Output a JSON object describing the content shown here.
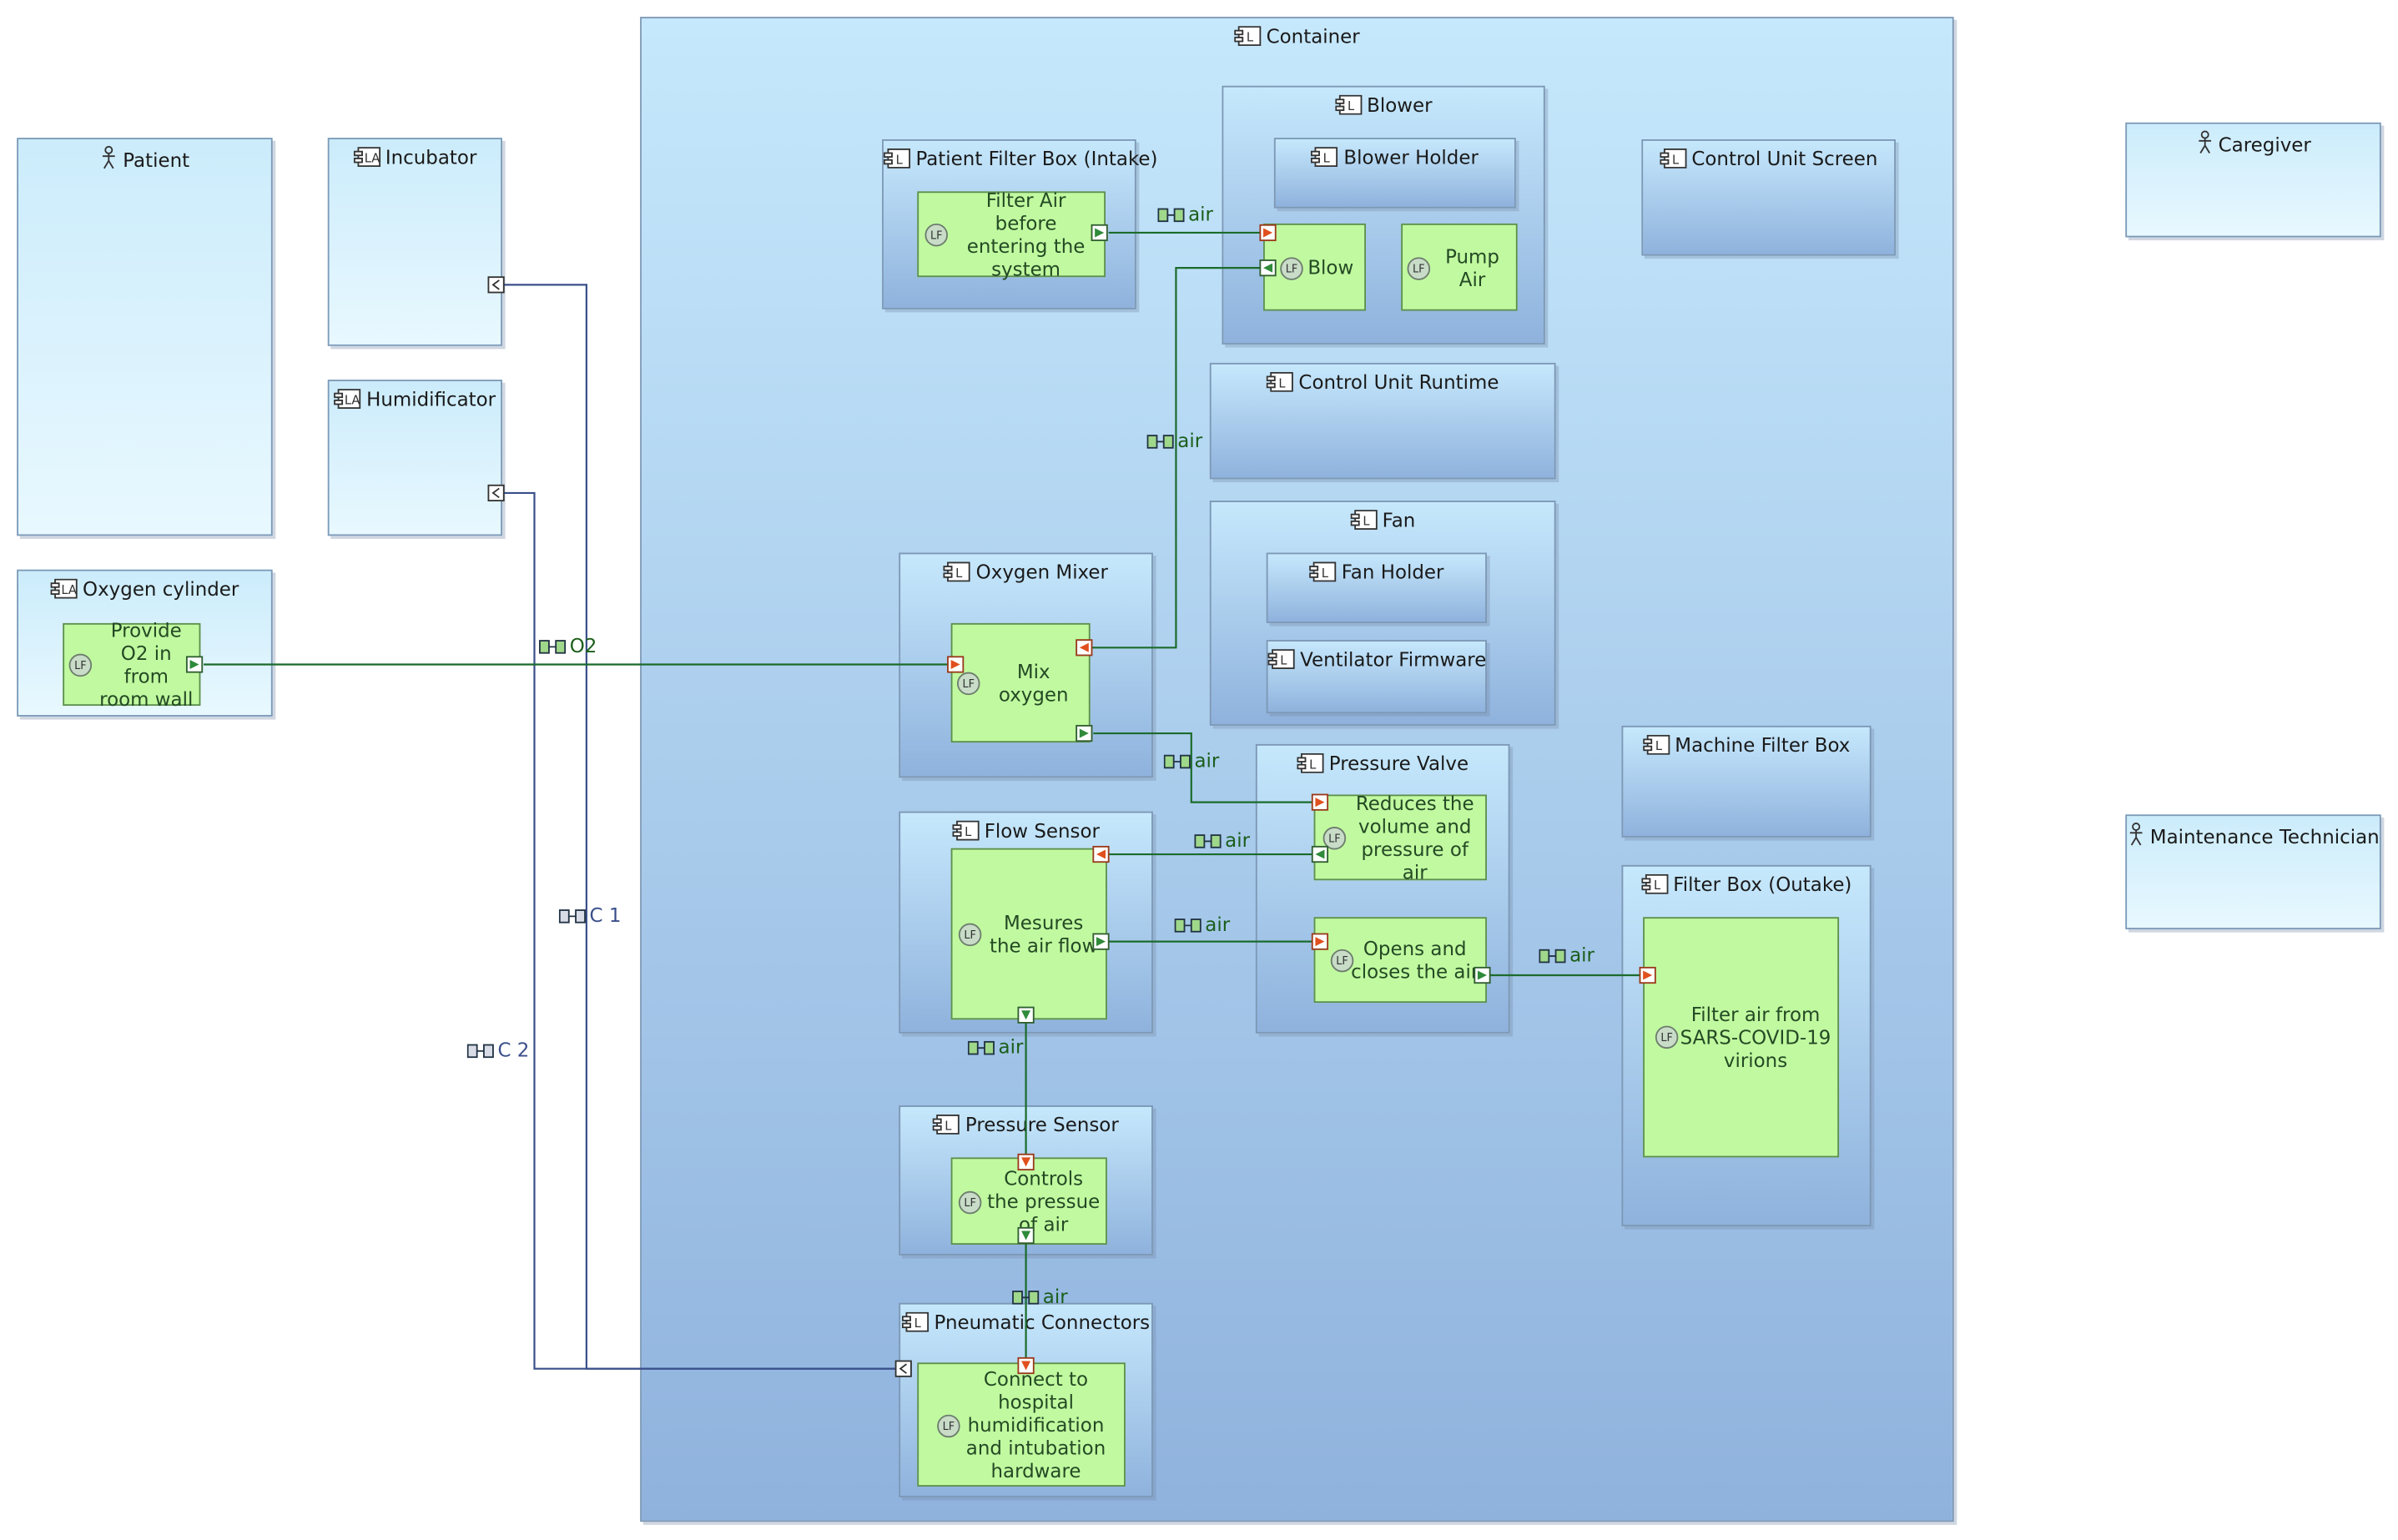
{
  "actors": {
    "patient": "Patient",
    "caregiver": "Caregiver",
    "maintenance": "Maintenance Technician"
  },
  "external": {
    "incubator": "Incubator",
    "humidificator": "Humidificator",
    "oxygen_cylinder": "Oxygen cylinder"
  },
  "container": {
    "title": "Container",
    "patient_filter_box": "Patient Filter Box (Intake)",
    "blower": "Blower",
    "blower_holder": "Blower Holder",
    "control_unit_screen": "Control Unit Screen",
    "control_unit_runtime": "Control Unit Runtime",
    "fan": "Fan",
    "fan_holder": "Fan Holder",
    "ventilator_firmware": "Ventilator Firmware",
    "oxygen_mixer": "Oxygen Mixer",
    "machine_filter_box": "Machine Filter Box",
    "pressure_valve": "Pressure Valve",
    "flow_sensor": "Flow Sensor",
    "filter_box_outake": "Filter Box (Outake)",
    "pressure_sensor": "Pressure Sensor",
    "pneumatic_connectors": "Pneumatic Connectors"
  },
  "functions": {
    "provide_o2": "Provide O2 in from room wall",
    "filter_air_before": "Filter Air before entering the system",
    "blow": "Blow",
    "pump_air": "Pump Air",
    "mix_oxygen": "Mix oxygen",
    "reduces_volume": "Reduces the volume and pressure of air",
    "opens_closes": "Opens and closes the air",
    "mesures_flow": "Mesures the air flow",
    "filter_covid": "Filter air from SARS-COVID-19 virions",
    "controls_pressure": "Controls the pressue of air",
    "connect_hospital": "Connect to hospital humidification and intubation hardware"
  },
  "exchanges": {
    "air": "air",
    "o2": "O2",
    "c1": "C 1",
    "c2": "C 2"
  },
  "icons": {
    "component": "logical-component-icon",
    "actor_component": "logical-actor-component-icon",
    "actor": "actor-stick-figure-icon",
    "function": "logical-function-icon",
    "exchange": "component-exchange-icon"
  },
  "colors": {
    "component_top": "#c6e8fc",
    "component_bottom": "#8fb2dd",
    "function_fill": "#c1f9a0",
    "air_link": "#1b6b2b",
    "cable_link": "#3a4f8a",
    "port_in": "#e0501e",
    "port_out": "#2f8a3a"
  }
}
